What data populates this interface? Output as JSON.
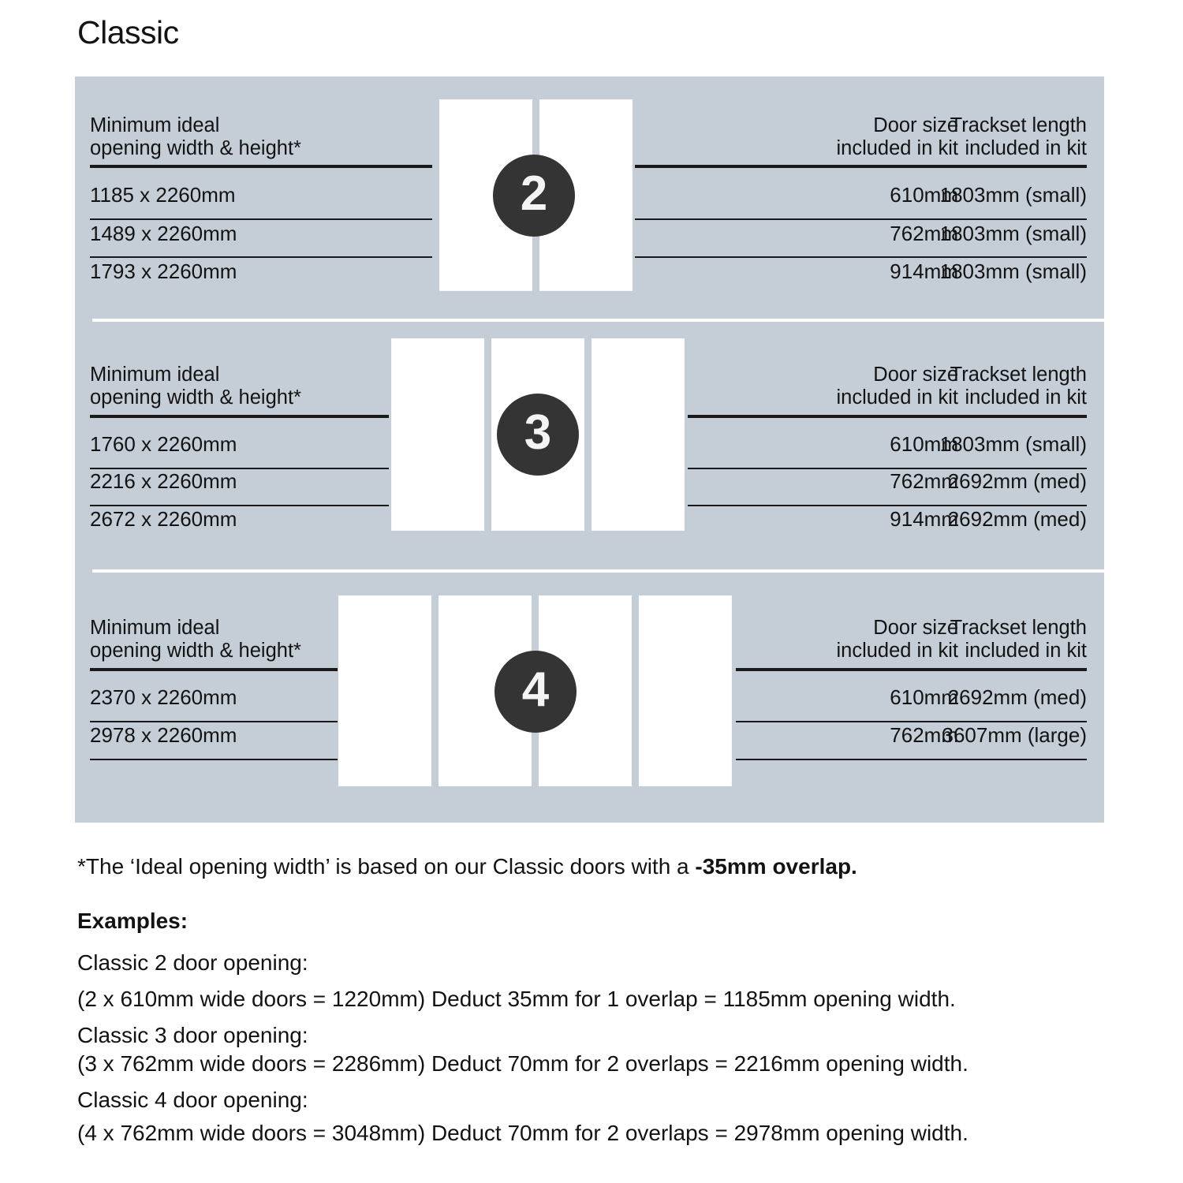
{
  "page": {
    "title": "Classic",
    "panel_color": "#c5cdd6",
    "badge_color": "#343434",
    "door_color": "#ffffff"
  },
  "sections": [
    {
      "door_count_label": "2",
      "headers": {
        "left": "Minimum ideal\nopening width & height*",
        "middle": "Door size\nincluded in kit",
        "right": "Trackset length\nincluded in kit"
      },
      "rows": [
        {
          "opening": "1185 x 2260mm",
          "door_size": "610mm",
          "trackset": "1803mm (small)"
        },
        {
          "opening": "1489 x 2260mm",
          "door_size": "762mm",
          "trackset": "1803mm (small)"
        },
        {
          "opening": "1793 x 2260mm",
          "door_size": "914mm",
          "trackset": "1803mm (small)"
        }
      ]
    },
    {
      "door_count_label": "3",
      "headers": {
        "left": "Minimum ideal\nopening width & height*",
        "middle": "Door size\nincluded in kit",
        "right": "Trackset length\nincluded in kit"
      },
      "rows": [
        {
          "opening": "1760 x 2260mm",
          "door_size": "610mm",
          "trackset": "1803mm (small)"
        },
        {
          "opening": "2216 x 2260mm",
          "door_size": "762mm",
          "trackset": "2692mm (med)"
        },
        {
          "opening": "2672 x 2260mm",
          "door_size": "914mm",
          "trackset": "2692mm (med)"
        }
      ]
    },
    {
      "door_count_label": "4",
      "headers": {
        "left": "Minimum ideal\nopening width & height*",
        "middle": "Door size\nincluded in kit",
        "right": "Trackset length\nincluded in kit"
      },
      "rows": [
        {
          "opening": "2370 x 2260mm",
          "door_size": "610mm",
          "trackset": "2692mm (med)"
        },
        {
          "opening": "2978 x 2260mm",
          "door_size": "762mm",
          "trackset": "3607mm (large)"
        }
      ]
    }
  ],
  "footer": {
    "footnote_prefix": "*The ‘Ideal opening width’ is based on our Classic doors with a ",
    "footnote_bold": "-35mm overlap.",
    "examples_title": "Examples:",
    "examples": [
      "Classic 2 door opening:",
      "(2 x 610mm wide doors = 1220mm)  Deduct 35mm for 1 overlap = 1185mm opening width.",
      "Classic 3 door opening:",
      "(3 x 762mm wide doors = 2286mm)  Deduct 70mm for 2 overlaps = 2216mm opening width.",
      "Classic 4 door opening:",
      "(4 x 762mm wide doors = 3048mm)  Deduct 70mm for 2 overlaps = 2978mm opening width."
    ]
  }
}
